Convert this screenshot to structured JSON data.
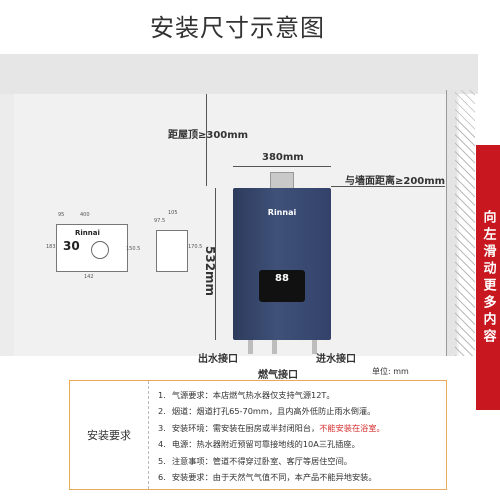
{
  "title": "安装尺寸示意图",
  "side_tab": "向左滑动更多内容",
  "labels": {
    "ceiling": "距屋顶≥300mm",
    "width": "380mm",
    "side_wall": "与墙面距离≥200mm",
    "height": "532mm",
    "water_out": "出水接口",
    "gas": "燃气接口",
    "water_in": "进水接口",
    "unit": "单位: mm"
  },
  "heater": {
    "brand": "Rinnai",
    "display": "88"
  },
  "small_drawings": {
    "front_brand": "Rinnai",
    "front_temp": "30",
    "dims": [
      "95",
      "400",
      "183",
      "142",
      "97.5",
      "105",
      "170.5",
      "150.5"
    ]
  },
  "requirements": {
    "label": "安装要求",
    "items": [
      {
        "num": "1.",
        "text": "气源要求：本店燃气热水器仅支持气源12T。",
        "warn": ""
      },
      {
        "num": "2.",
        "text": "烟道：烟道打孔65-70mm，且内高外低防止雨水倒灌。",
        "warn": ""
      },
      {
        "num": "3.",
        "text": "安装环境：需安装在厨房或半封闭阳台，",
        "warn": "不能安装在浴室。"
      },
      {
        "num": "4.",
        "text": "电源：热水器附近预留可靠接地线的10A三孔插座。",
        "warn": ""
      },
      {
        "num": "5.",
        "text": "注意事项：管道不得穿过卧室、客厅等居住空间。",
        "warn": ""
      },
      {
        "num": "6.",
        "text": "安装要求：由于天然气气值不同，本产品不能异地安装。",
        "warn": ""
      }
    ]
  }
}
